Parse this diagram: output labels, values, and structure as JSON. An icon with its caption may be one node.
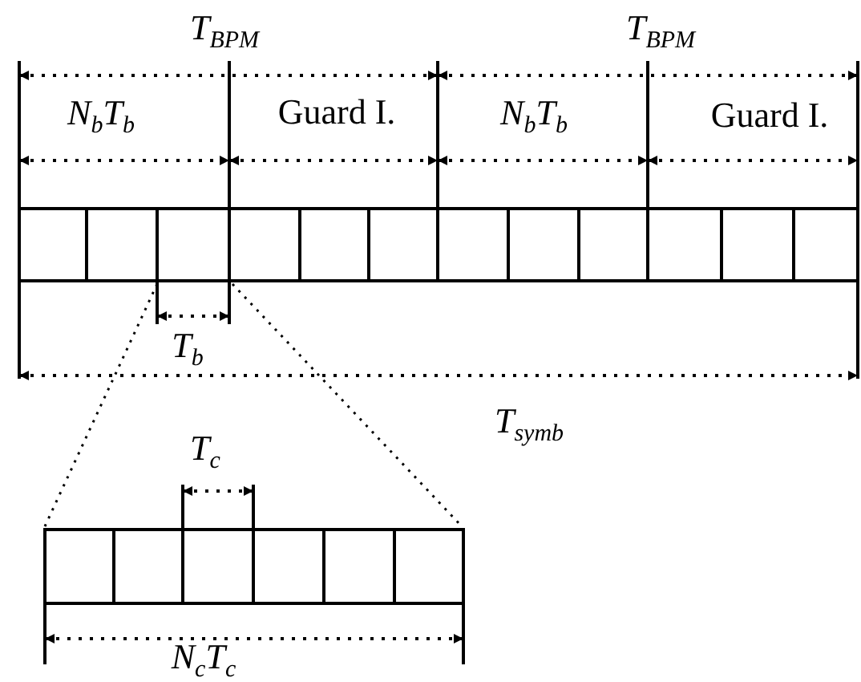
{
  "diagram": {
    "labels": [
      "T$_{BPM}$",
      "T$_{BPM}$",
      "N$_{b}$T$_{b}$",
      "Guard I.",
      "N$_{b}$T$_{b}$",
      "Guard I.",
      "T$_{b}$",
      "T$_{symb}$",
      "T$_{c}$",
      "N$_{c}$T$_{c}$"
    ]
  }
}
